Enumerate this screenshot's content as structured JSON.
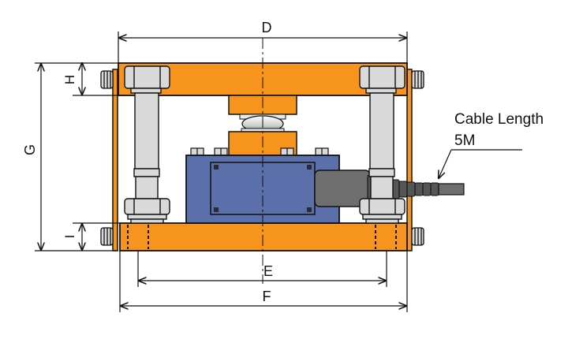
{
  "labels": {
    "d": "D",
    "e": "E",
    "f": "F",
    "g": "G",
    "h": "H",
    "i": "I"
  },
  "callout": {
    "line1": "Cable Length",
    "line2": "5M"
  },
  "colors": {
    "frame_orange": "#F7941D",
    "box_blue": "#5B6FAA",
    "bolt_gray": "#D9D9D9",
    "cable_gray": "#6E6E6E",
    "line_black": "#111111"
  }
}
